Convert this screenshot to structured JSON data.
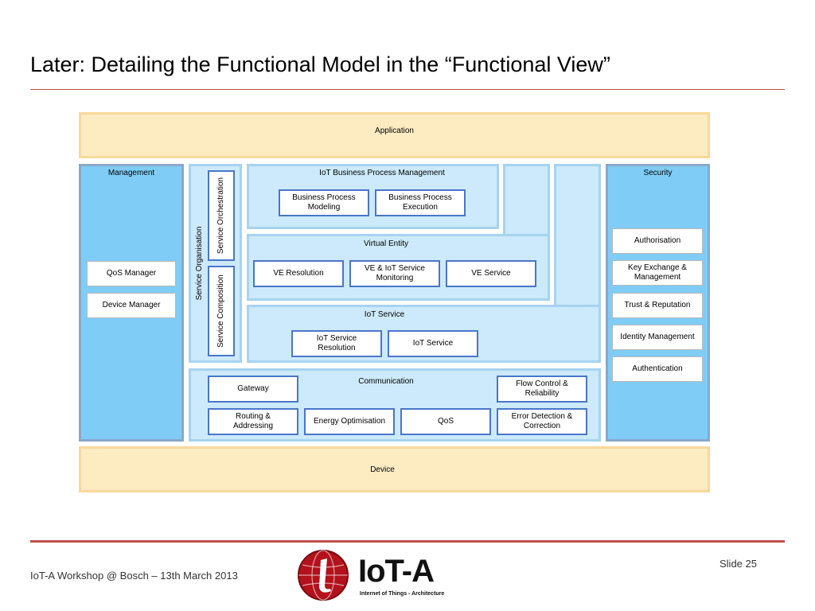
{
  "slide": {
    "title": "Later: Detailing the Functional Model in the “Functional View”",
    "footer": "IoT-A Workshop @ Bosch – 13th March 2013",
    "slide_number": "Slide 25"
  },
  "logo": {
    "text": "IoT-A",
    "subtitle": "Internet of Things - Architecture"
  },
  "colors": {
    "rule": "#c0504d",
    "yellow": "#fdebc2",
    "blue": "#7fcdf6",
    "light_blue": "#cceafb",
    "module_border": "#4a76c8"
  },
  "diagram": {
    "application": "Application",
    "device": "Device",
    "management": {
      "title": "Management",
      "items": [
        "QoS Manager",
        "Device Manager"
      ]
    },
    "security": {
      "title": "Security",
      "items": [
        "Authorisation",
        "Key Exchange & Management",
        "Trust & Reputation",
        "Identity Management",
        "Authentication"
      ]
    },
    "service_organisation": {
      "title": "Service Organisation",
      "orchestration": "Service Orchestration",
      "composition": "Service Composition"
    },
    "iot_business_process_management": {
      "title": "IoT Business Process Management",
      "items": [
        "Business Process Modeling",
        "Business Process Execution"
      ]
    },
    "virtual_entity": {
      "title": "Virtual Entity",
      "items": [
        "VE Resolution",
        "VE & IoT Service Monitoring",
        "VE Service"
      ]
    },
    "iot_service": {
      "title": "IoT Service",
      "items": [
        "IoT Service Resolution",
        "IoT Service"
      ]
    },
    "communication": {
      "title": "Communication",
      "items": [
        "Gateway",
        "Flow Control & Reliability",
        "Routing & Addressing",
        "Energy Optimisation",
        "QoS",
        "Error Detection & Correction"
      ]
    }
  }
}
